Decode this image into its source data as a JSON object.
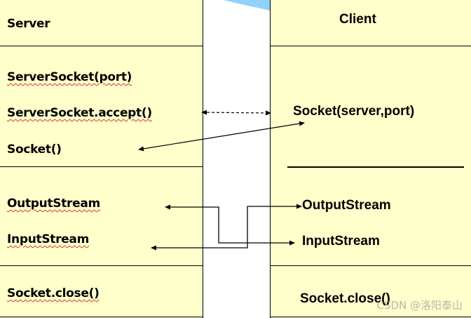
{
  "diagram": {
    "server": {
      "title": "Server",
      "sections": [
        {
          "items": [
            "ServerSocket(port)",
            "ServerSocket.accept()",
            "Socket()"
          ]
        },
        {
          "items": [
            "OutputStream",
            "InputStream"
          ]
        },
        {
          "items": [
            "Socket.close()"
          ]
        }
      ]
    },
    "client": {
      "title": "Client",
      "sections": [
        {
          "items": [
            "Socket(server,port)"
          ]
        },
        {
          "items": [
            "OutputStream",
            "InputStream"
          ]
        },
        {
          "items": [
            "Socket.close()"
          ]
        }
      ]
    },
    "connections": [
      {
        "from": "server.ServerSocket.accept()",
        "to": "client.Socket(server,port)",
        "style": "dashed",
        "direction": "both"
      },
      {
        "from": "client.Socket(server,port)",
        "to": "server.Socket()",
        "style": "solid",
        "direction": "both"
      },
      {
        "from": "client.InputStream",
        "to": "server.OutputStream",
        "style": "solid-elbow",
        "direction": "both"
      },
      {
        "from": "server.InputStream",
        "to": "client.OutputStream",
        "style": "solid-elbow",
        "direction": "both"
      }
    ],
    "colors": {
      "panel_fill": "#ffffcc",
      "line": "#000000",
      "decor_blue": "#8fd3f8",
      "spellcheck": "#e03030"
    }
  },
  "watermark": "CSDN @洛阳泰山"
}
